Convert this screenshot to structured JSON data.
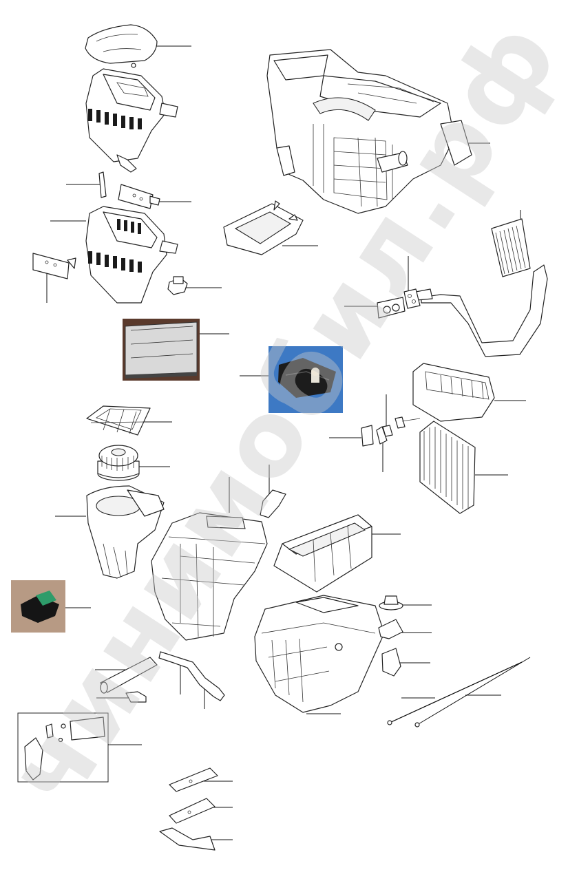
{
  "diagram": {
    "watermark": "чинимобил.рф",
    "parts": [
      {
        "id": "upper-cover"
      },
      {
        "id": "upper-housing"
      },
      {
        "id": "small-clip"
      },
      {
        "id": "flap-door-1"
      },
      {
        "id": "middle-housing"
      },
      {
        "id": "flap-door-2"
      },
      {
        "id": "actuator-small"
      },
      {
        "id": "cabin-filter"
      },
      {
        "id": "actuator-motor"
      },
      {
        "id": "filter-frame"
      },
      {
        "id": "blower-fan"
      },
      {
        "id": "blower-housing"
      },
      {
        "id": "resistor-module"
      },
      {
        "id": "hvac-assembly"
      },
      {
        "id": "seal-frame"
      },
      {
        "id": "heater-core"
      },
      {
        "id": "pipe-seal"
      },
      {
        "id": "evaporator-cover"
      },
      {
        "id": "expansion-valve"
      },
      {
        "id": "evaporator-core"
      },
      {
        "id": "main-case-left"
      },
      {
        "id": "duct-small"
      },
      {
        "id": "duct-outlet"
      },
      {
        "id": "main-case-right"
      },
      {
        "id": "drain-nozzle"
      },
      {
        "id": "link-bracket"
      },
      {
        "id": "link-bracket-2"
      },
      {
        "id": "drain-hose"
      },
      {
        "id": "hose-bent"
      },
      {
        "id": "clip-part"
      },
      {
        "id": "parts-kit"
      },
      {
        "id": "cable-1"
      },
      {
        "id": "cable-2"
      },
      {
        "id": "door-plate-1"
      },
      {
        "id": "door-plate-2"
      },
      {
        "id": "door-plate-3"
      }
    ]
  }
}
